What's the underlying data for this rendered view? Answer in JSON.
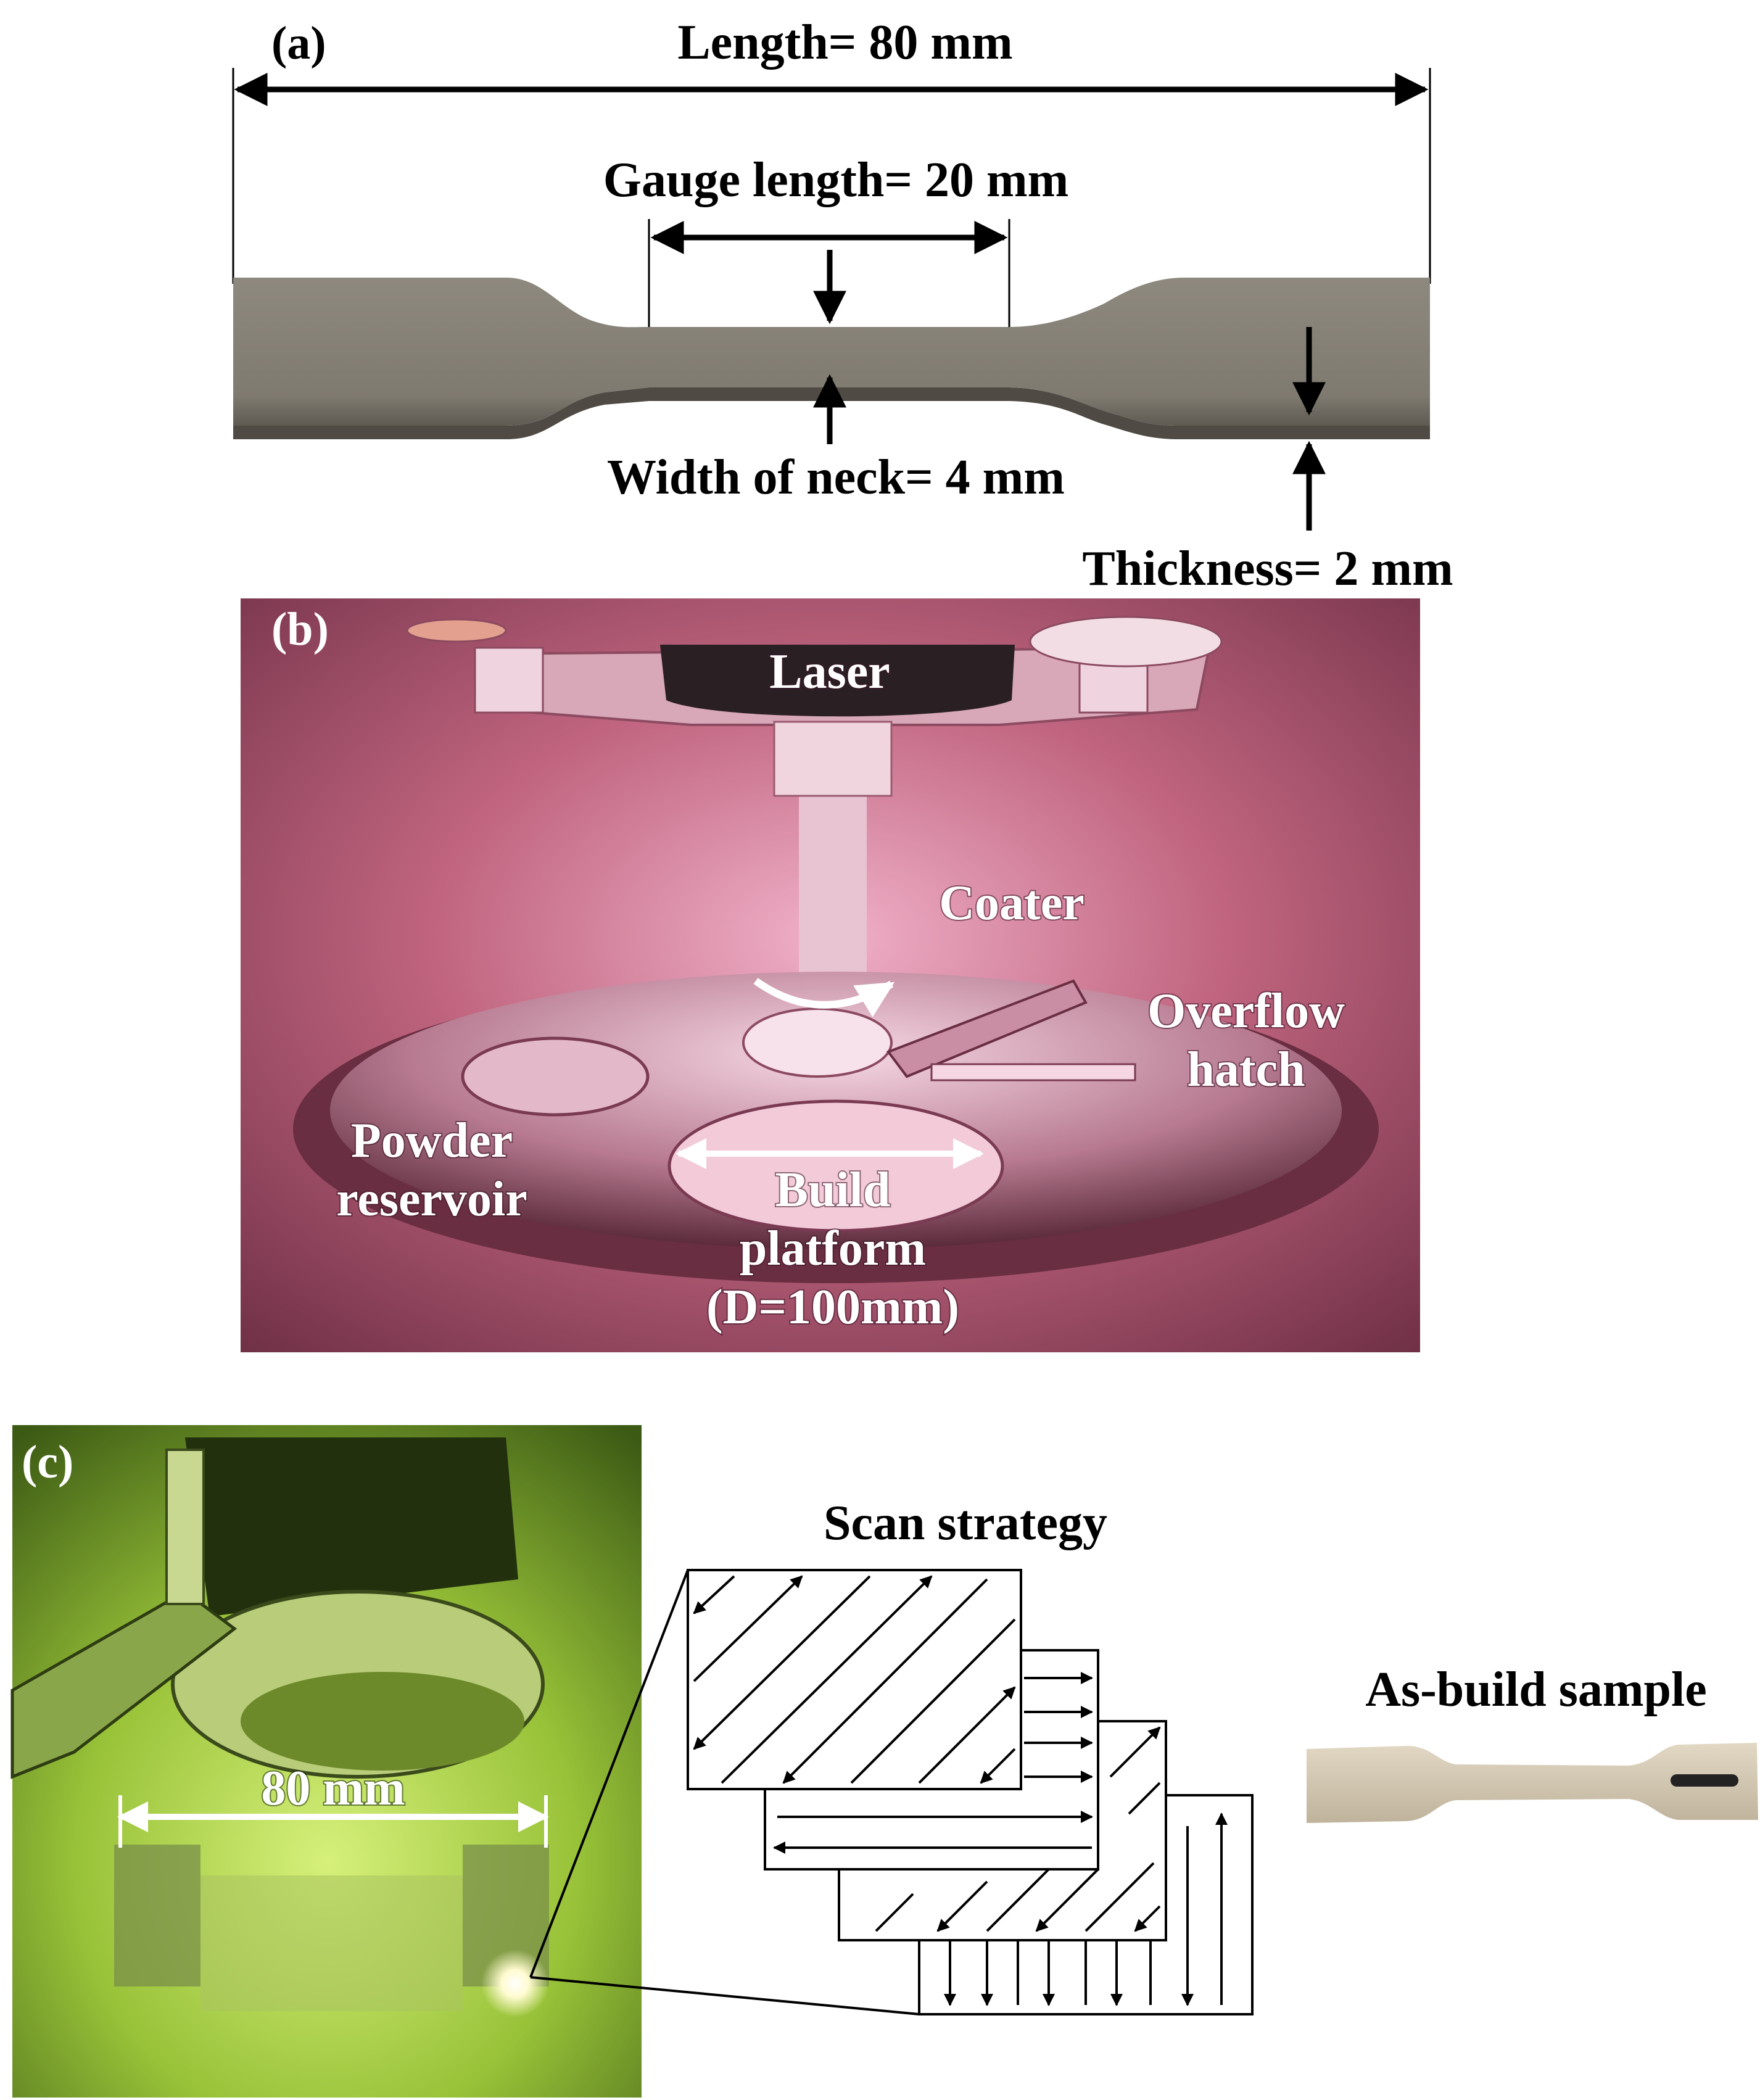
{
  "panel_a": {
    "tag": "(a)",
    "length": "Length= 80 mm",
    "gauge": "Gauge length= 20 mm",
    "neck": "Width of neck= 4 mm",
    "thickness": "Thickness= 2 mm"
  },
  "panel_b": {
    "tag": "(b)",
    "laser": "Laser",
    "coater": "Coater",
    "overflow_1": "Overflow",
    "overflow_2": "hatch",
    "powder_1": "Powder",
    "powder_2": "reservoir",
    "build_1": "Build",
    "build_2": "platform",
    "build_3": "(D=100mm)"
  },
  "panel_c": {
    "tag": "(c)",
    "dimension": "80 mm",
    "scan_title": "Scan strategy",
    "sample_title": "As-build sample"
  },
  "colors": {
    "specimen": "#8c867c",
    "chamber": "#c46a8a",
    "build_photo": "#8fb83a",
    "sample": "#d6cbb6"
  }
}
